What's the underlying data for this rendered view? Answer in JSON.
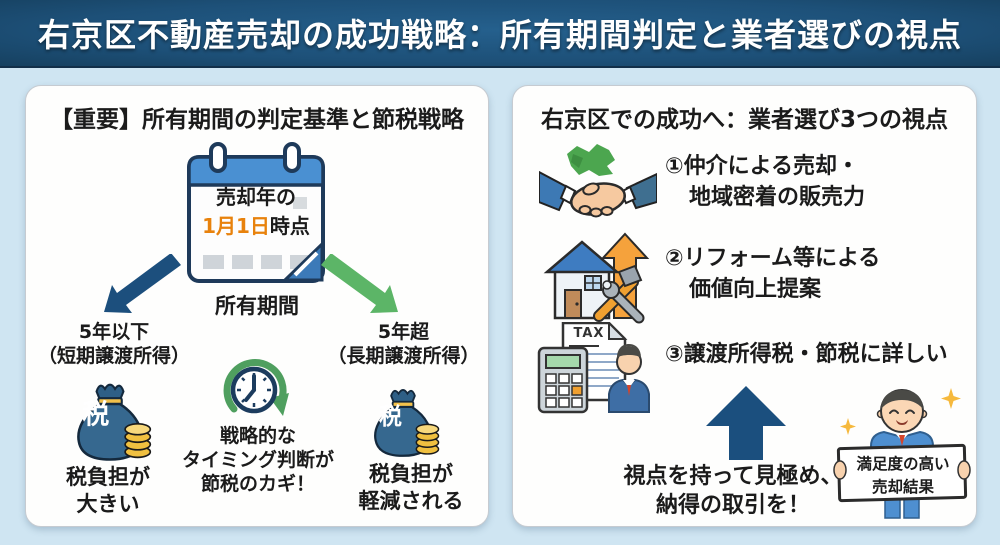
{
  "banner": {
    "title": "右京区不動産売却の成功戦略：所有期間判定と業者選びの視点"
  },
  "left_panel": {
    "title": "【重要】所有期間の判定基準と節税戦略",
    "calendar": {
      "line1": "売却年の",
      "highlight": "1月1日",
      "suffix": "時点"
    },
    "branch_label": "所有期間",
    "short_branch": {
      "line1": "5年以下",
      "line2": "（短期譲渡所得）"
    },
    "long_branch": {
      "line1": "5年超",
      "line2": "（長期譲渡所得）"
    },
    "tax_char": "税",
    "short_result": {
      "line1": "税負担が",
      "line2": "大きい"
    },
    "long_result": {
      "line1": "税負担が",
      "line2": "軽減される"
    },
    "timing_note": {
      "line1": "戦略的な",
      "line2": "タイミング判断が",
      "line3": "節税のカギ！"
    }
  },
  "right_panel": {
    "title": "右京区での成功へ：業者選び3つの視点",
    "points": [
      {
        "line1": "①仲介による売却・",
        "line2": "地域密着の販売力"
      },
      {
        "line1": "②リフォーム等による",
        "line2": "価値向上提案"
      },
      {
        "line1": "③譲渡所得税・節税に詳しい",
        "line2": ""
      }
    ],
    "tax_label": "TAX",
    "conclusion": {
      "line1": "視点を持って見極め、",
      "line2": "納得の取引を！"
    },
    "result_sign": {
      "line1": "満足度の高い",
      "line2": "売却結果"
    }
  },
  "colors": {
    "banner_bg": "#1d5078",
    "page_bg": "#cfe5f2",
    "panel_bg": "#fefefd",
    "navy": "#1c4f7d",
    "green": "#55a95f",
    "orange_text": "#e8820c",
    "arrow_orange": "#f5a23c",
    "gold": "#f2c14b",
    "suit_blue": "#4e8fd0"
  }
}
